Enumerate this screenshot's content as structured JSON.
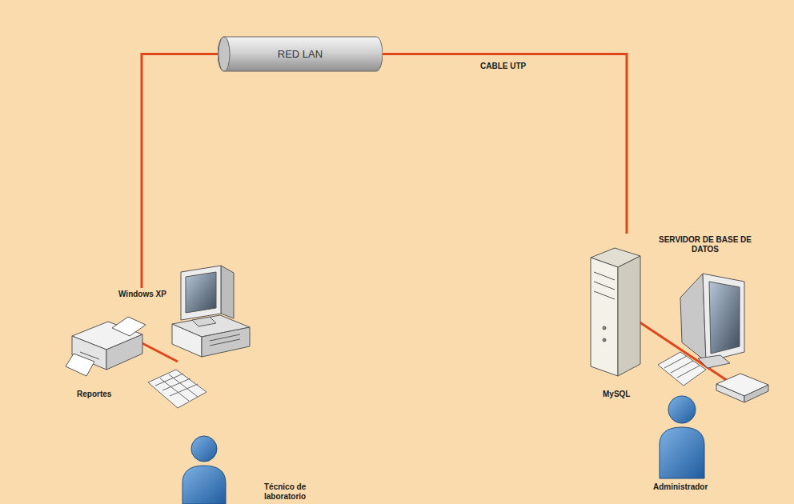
{
  "diagram": {
    "nodes": [
      {
        "text": [
          "RED LAN"
        ]
      },
      {
        "text": [
          "Windows XP"
        ]
      },
      {
        "text": [
          "SERVIDOR DE BASE DE DATOS",
          "MySQL"
        ]
      }
    ],
    "edges": [
      {
        "from": 0,
        "to": 1,
        "arrow": "none"
      },
      {
        "from": 0,
        "to": 2,
        "arrow": "none",
        "label": "CABLE UTP"
      }
    ],
    "labels": [
      "Reportes",
      "Técnico de laboratorio",
      "Administrador"
    ]
  }
}
